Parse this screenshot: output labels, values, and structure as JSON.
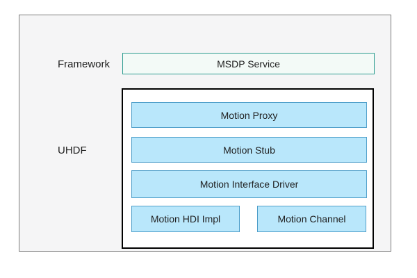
{
  "layers": {
    "framework": {
      "label": "Framework",
      "service_label": "MSDP Service"
    },
    "uhdf": {
      "label": "UHDF",
      "components": [
        "Motion Proxy",
        "Motion Stub",
        "Motion Interface Driver",
        "Motion HDI Impl",
        "Motion Channel"
      ]
    }
  },
  "colors": {
    "page_bg": "#ffffff",
    "outer_frame_bg": "#f5f5f6",
    "outer_frame_border": "#7a7a7a",
    "service_box_bg": "#f3faf7",
    "service_box_border": "#2e9d90",
    "uhdf_container_bg": "#ffffff",
    "uhdf_container_border": "#000000",
    "component_bg": "#b9e7fb",
    "component_border": "#4f9fca",
    "text": "#1f1f1f"
  }
}
